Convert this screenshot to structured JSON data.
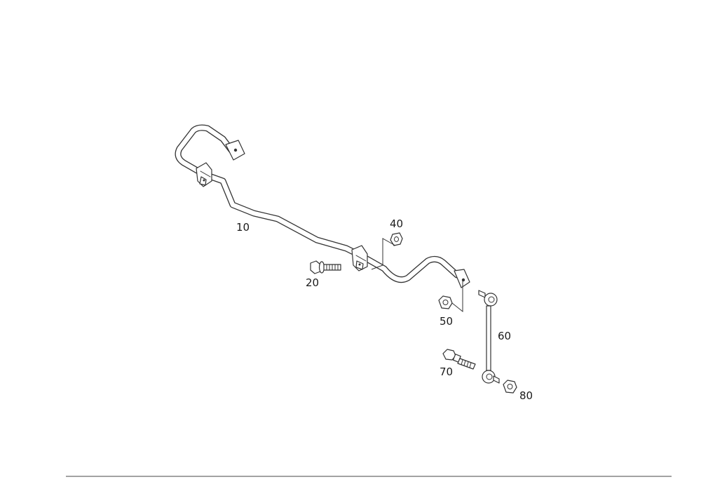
{
  "diagram": {
    "callouts": [
      {
        "id": "bar",
        "label": "10"
      },
      {
        "id": "bolt",
        "label": "20"
      },
      {
        "id": "bushing-nut",
        "label": "40"
      },
      {
        "id": "link-nut",
        "label": "50"
      },
      {
        "id": "link",
        "label": "60"
      },
      {
        "id": "link-bolt",
        "label": "70"
      },
      {
        "id": "link-lower-nut",
        "label": "80"
      }
    ]
  },
  "colors": {
    "line": "#333333",
    "text": "#1a1a1a",
    "rule": "#444444"
  }
}
